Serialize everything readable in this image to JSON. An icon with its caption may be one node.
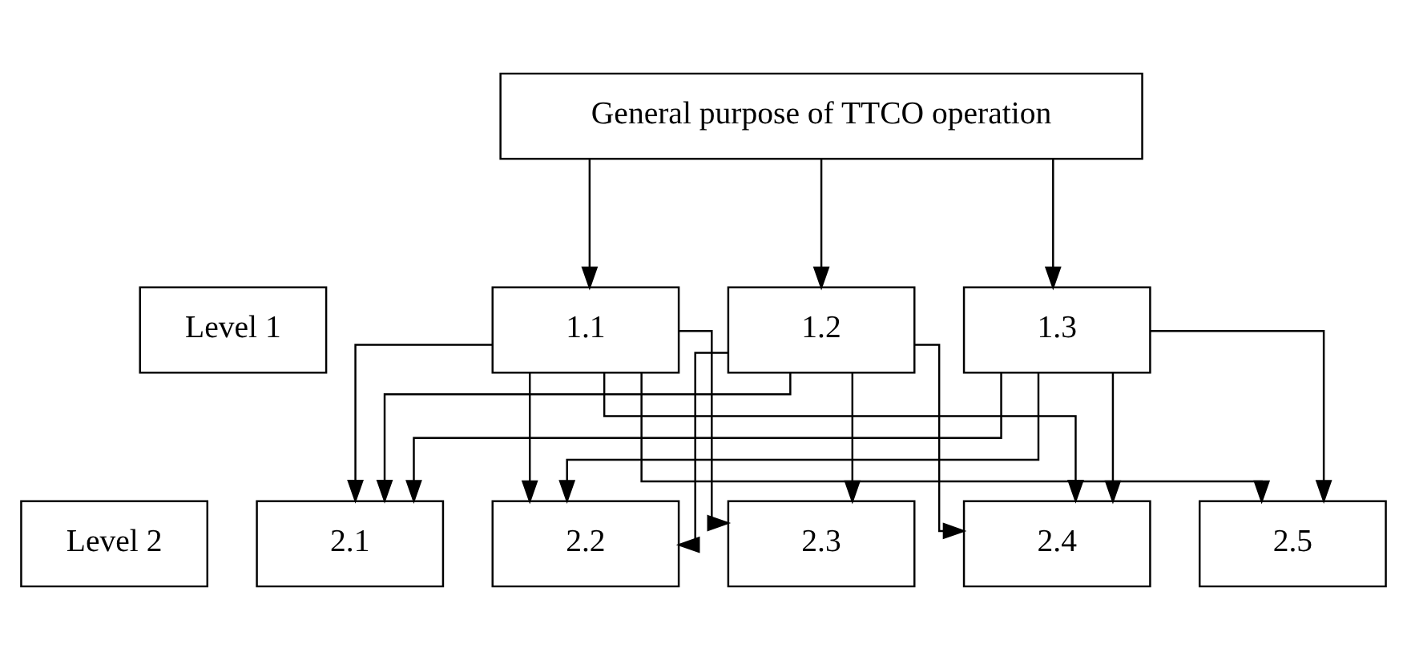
{
  "diagram": {
    "nodes": [
      {
        "text": [
          "General purpose of TTCO operation"
        ]
      },
      {
        "text": [
          "Level 1"
        ]
      },
      {
        "text": [
          "Level 2"
        ]
      },
      {
        "text": [
          "1.1"
        ]
      },
      {
        "text": [
          "1.2"
        ]
      },
      {
        "text": [
          "1.3"
        ]
      },
      {
        "text": [
          "2.1"
        ]
      },
      {
        "text": [
          "2.2"
        ]
      },
      {
        "text": [
          "2.3"
        ]
      },
      {
        "text": [
          "2.4"
        ]
      },
      {
        "text": [
          "2.5"
        ]
      }
    ],
    "edges": [
      {
        "from": 0,
        "to": 3,
        "arrow": "to"
      },
      {
        "from": 0,
        "to": 4,
        "arrow": "to"
      },
      {
        "from": 0,
        "to": 5,
        "arrow": "to"
      },
      {
        "from": 3,
        "to": 6,
        "arrow": "to"
      },
      {
        "from": 3,
        "to": 7,
        "arrow": "to"
      },
      {
        "from": 3,
        "to": 8,
        "arrow": "to"
      },
      {
        "from": 3,
        "to": 9,
        "arrow": "to"
      },
      {
        "from": 3,
        "to": 10,
        "arrow": "to"
      },
      {
        "from": 4,
        "to": 6,
        "arrow": "to"
      },
      {
        "from": 4,
        "to": 7,
        "arrow": "to"
      },
      {
        "from": 4,
        "to": 8,
        "arrow": "to"
      },
      {
        "from": 4,
        "to": 9,
        "arrow": "to"
      },
      {
        "from": 5,
        "to": 6,
        "arrow": "to"
      },
      {
        "from": 5,
        "to": 7,
        "arrow": "to"
      },
      {
        "from": 5,
        "to": 9,
        "arrow": "to"
      },
      {
        "from": 5,
        "to": 10,
        "arrow": "to"
      }
    ]
  }
}
